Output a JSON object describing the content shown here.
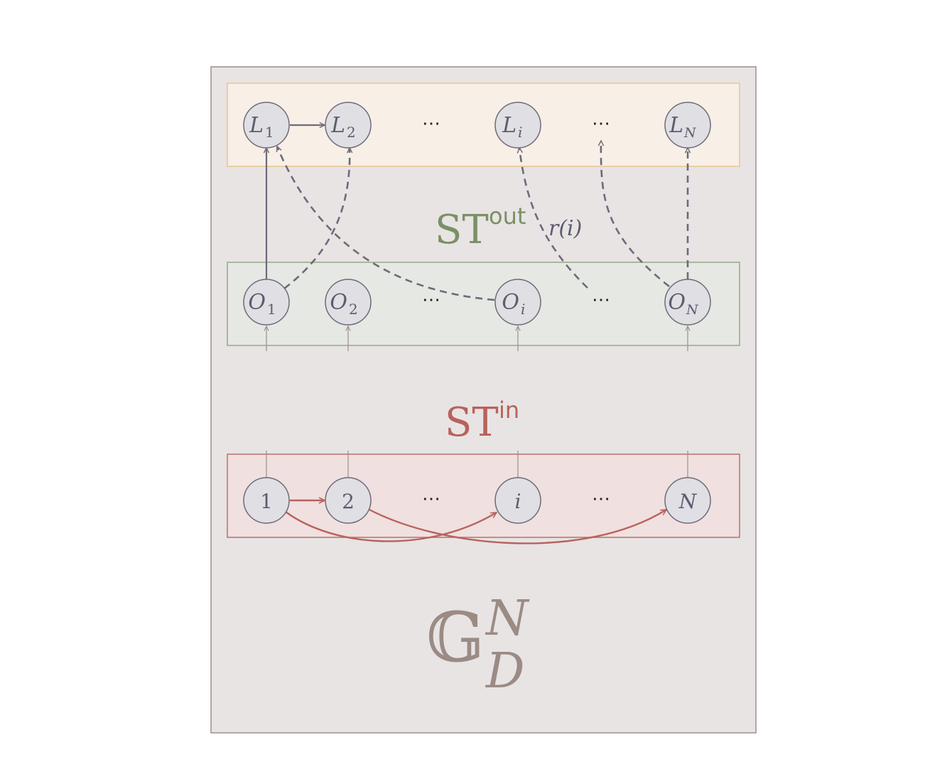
{
  "colors": {
    "outer_fill": "#e8e4e4",
    "outer_stroke": "#9b8f8c",
    "node_fill": "#e0dfe3",
    "node_stroke": "#6e6a7a",
    "node_text": "#5f5b70",
    "L_band_fill": "#f8efe6",
    "L_band_stroke": "#eac48f",
    "O_band_fill": "#e6e8e3",
    "O_band_stroke": "#98a884",
    "in_band_fill": "#f0e0e0",
    "in_band_stroke": "#b8706b",
    "arrow_dark": "#6e6a7a",
    "arrow_red": "#b8625c",
    "st_out_color": "#7b9066",
    "st_in_color": "#b8625c",
    "g_color": "#9b8b84"
  },
  "layers": {
    "L": {
      "nodes": [
        {
          "base": "L",
          "sub": "1"
        },
        {
          "base": "L",
          "sub": "2"
        },
        {
          "base": "L",
          "sub": "i"
        },
        {
          "base": "L",
          "sub": "N"
        }
      ],
      "dots": [
        "⋯",
        "⋯"
      ]
    },
    "O": {
      "nodes": [
        {
          "base": "O",
          "sub": "1"
        },
        {
          "base": "O",
          "sub": "2"
        },
        {
          "base": "O",
          "sub": "i"
        },
        {
          "base": "O",
          "sub": "N"
        }
      ],
      "dots": [
        "⋯",
        "⋯"
      ]
    },
    "input": {
      "nodes": [
        "1",
        "2",
        "i",
        "N"
      ],
      "dots": [
        "⋯",
        "⋯"
      ]
    }
  },
  "labels": {
    "st_out": {
      "base": "ST",
      "sup": "out"
    },
    "r_of_i": "r(i)",
    "st_in": {
      "base": "ST",
      "sup": "in"
    },
    "graph": {
      "base": "𝔾",
      "sup": "N",
      "sub": "D"
    }
  }
}
